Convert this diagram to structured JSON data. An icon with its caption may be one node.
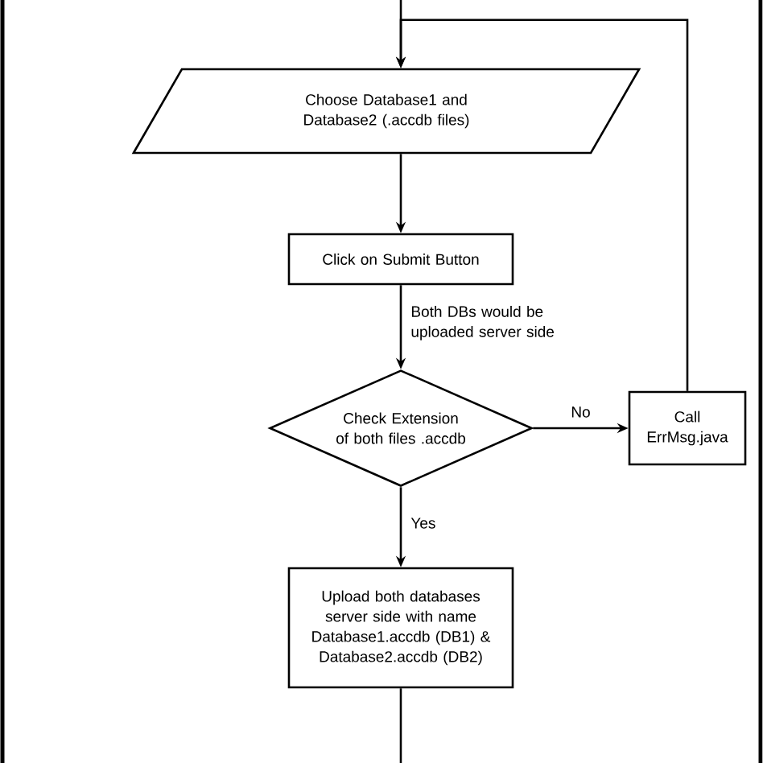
{
  "diagram": {
    "nodes": [
      {
        "text": [
          "Choose Database1 and Database2 (.accdb files)"
        ]
      },
      {
        "text": [
          "Click on Submit Button"
        ]
      },
      {
        "text": [
          "Check Extension of both files .accdb"
        ]
      },
      {
        "text": [
          "Call ErrMsg.java"
        ]
      },
      {
        "text": [
          "Upload both databases server side with name Database1.accdb (DB1) & Database2.accdb (DB2)"
        ]
      }
    ],
    "edges": [
      {
        "from": null,
        "to": 0,
        "arrow": "to"
      },
      {
        "from": 0,
        "to": 1,
        "arrow": "to"
      },
      {
        "from": 1,
        "to": 2,
        "arrow": "to",
        "label": "Both DBs would be uploaded server side"
      },
      {
        "from": 2,
        "to": 3,
        "arrow": "to",
        "label": "No"
      },
      {
        "from": 3,
        "to": 0,
        "arrow": "to"
      },
      {
        "from": 2,
        "to": 4,
        "arrow": "to",
        "label": "Yes"
      },
      {
        "from": 4,
        "to": null,
        "arrow": "none"
      }
    ]
  }
}
